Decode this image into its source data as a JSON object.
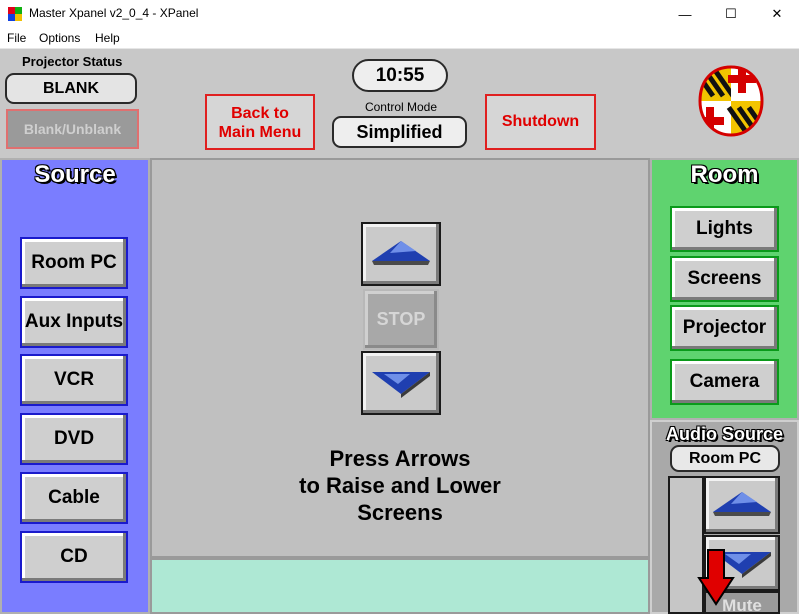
{
  "window": {
    "title": "Master Xpanel v2_0_4 - XPanel",
    "minimize_symbol": "—",
    "maximize_symbol": "☐",
    "close_symbol": "✕"
  },
  "menu": [
    "File",
    "Options",
    "Help"
  ],
  "header": {
    "projector_status_label": "Projector Status",
    "projector_status_value": "BLANK",
    "blank_unblank_label": "Blank/Unblank",
    "back_label_line1": "Back to",
    "back_label_line2": "Main Menu",
    "clock": "10:55",
    "control_mode_label": "Control Mode",
    "control_mode_value": "Simplified",
    "shutdown_label": "Shutdown"
  },
  "source": {
    "title": "Source",
    "buttons": [
      "Room PC",
      "Aux Inputs",
      "VCR",
      "DVD",
      "Cable",
      "CD"
    ]
  },
  "center": {
    "stop_label": "STOP",
    "instructions_line1": "Press Arrows",
    "instructions_line2": "to Raise and Lower",
    "instructions_line3": "Screens"
  },
  "room": {
    "title": "Room",
    "buttons": [
      "Lights",
      "Screens",
      "Projector",
      "Camera"
    ]
  },
  "audio": {
    "title": "Audio Source",
    "source_value": "Room PC",
    "mute_label": "Mute"
  },
  "colors": {
    "source_panel": "#7a7dff",
    "room_panel": "#5fd36f",
    "accent_red": "#e00000",
    "arrow_blue": "#1f3fb0"
  },
  "icons": {
    "app": "xpanel-app-icon",
    "logo": "maryland-flag-logo",
    "up": "triangle-up-icon",
    "down": "triangle-down-icon",
    "annotation": "red-down-arrow-icon"
  }
}
